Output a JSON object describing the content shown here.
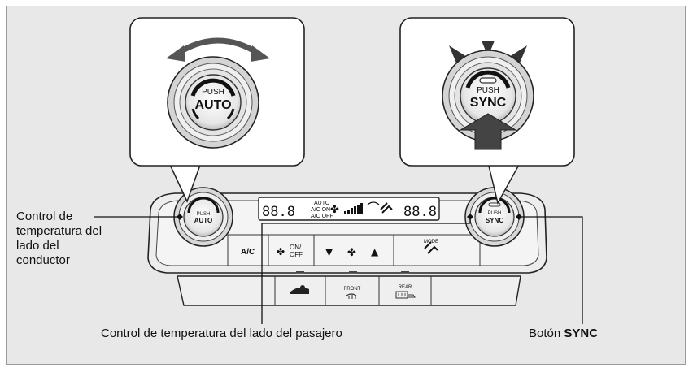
{
  "figure": {
    "callouts": {
      "driver_temp_control": "Control de temperatura del lado del conductor",
      "passenger_temp_control": "Control de temperatura del lado del pasajero",
      "sync_button_prefix": "Botón ",
      "sync_button_bold": "SYNC"
    },
    "zoom_left": {
      "push": "PUSH",
      "label": "AUTO"
    },
    "zoom_right": {
      "push": "PUSH",
      "label": "SYNC"
    },
    "panel": {
      "left_knob": {
        "push": "PUSH",
        "label": "AUTO"
      },
      "right_knob": {
        "push": "PUSH",
        "label": "SYNC"
      },
      "display": {
        "left_temp": "88.8",
        "right_temp": "88.8",
        "auto": "AUTO",
        "ac_on": "A/C ON",
        "ac_off": "A/C OFF"
      },
      "buttons": {
        "ac": "A/C",
        "fan_on": "ON/",
        "fan_off": "OFF",
        "mode": "MODE",
        "front": "FRONT",
        "rear": "REAR"
      }
    }
  },
  "colors": {
    "background": "#e8e8e8",
    "panel": "#f2f2f2",
    "outline": "#222222",
    "arrow": "#555555"
  }
}
